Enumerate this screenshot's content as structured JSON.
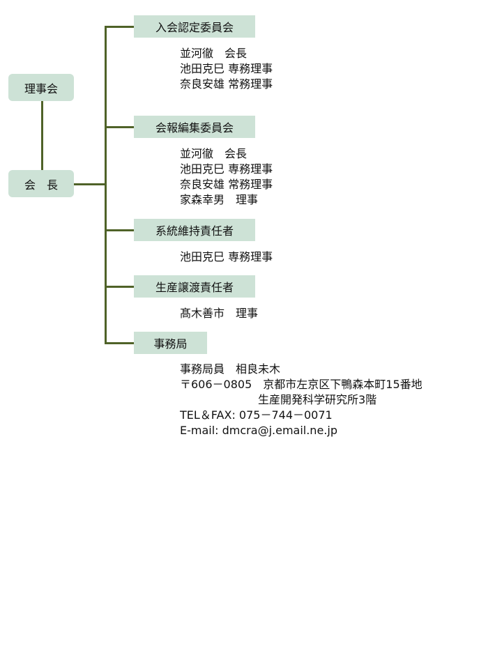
{
  "colors": {
    "box": "#cde2d6",
    "line": "#4f6228"
  },
  "board": "理事会",
  "president": "会　長",
  "committees": [
    {
      "title": "入会認定委員会",
      "members": [
        "並河徹　会長",
        "池田克巳 専務理事",
        "奈良安雄 常務理事"
      ]
    },
    {
      "title": "会報編集委員会",
      "members": [
        "並河徹　会長",
        "池田克巳 専務理事",
        "奈良安雄 常務理事",
        "家森幸男　理事"
      ]
    },
    {
      "title": "系統維持責任者",
      "members": [
        "池田克巳 専務理事"
      ]
    },
    {
      "title": "生産譲渡責任者",
      "members": [
        "髙木善市　理事"
      ]
    },
    {
      "title": "事務局",
      "members": [
        "事務局員　相良未木",
        "〒606－0805　京都市左京区下鴨森本町15番地",
        "　　　　　　　生産開発科学研究所3階",
        "TEL＆FAX: 075－744－0071",
        "E-mail: dmcra@j.email.ne.jp"
      ]
    }
  ]
}
